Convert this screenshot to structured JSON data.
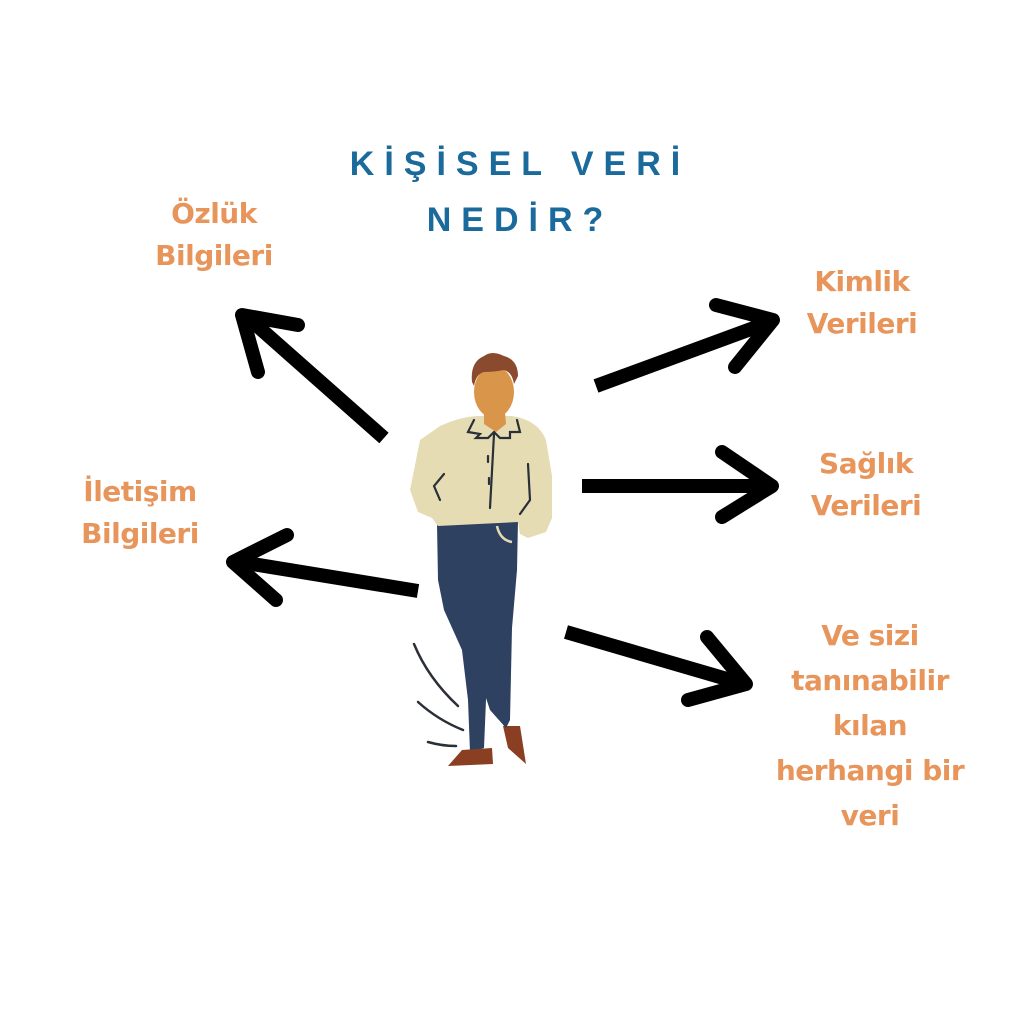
{
  "title": {
    "line1": "KİŞİSEL VERİ",
    "line2": "NEDİR?",
    "color": "#1a6a9c"
  },
  "labels": {
    "color": "#e8955c",
    "ozluk": {
      "lines": [
        "Özlük",
        "Bilgileri"
      ]
    },
    "kimlik": {
      "lines": [
        "Kimlik",
        "Verileri"
      ]
    },
    "saglik": {
      "lines": [
        "Sağlık",
        "Verileri"
      ]
    },
    "iletisim": {
      "lines": [
        "İletişim",
        "Bilgileri"
      ]
    },
    "any_data": {
      "lines": [
        "Ve sizi",
        "tanınabilir",
        "kılan",
        "herhangi bir",
        "veri"
      ]
    }
  },
  "arrows": [
    {
      "name": "arrow-to-ozluk",
      "direction": "up-left"
    },
    {
      "name": "arrow-to-kimlik",
      "direction": "up-right"
    },
    {
      "name": "arrow-to-saglik",
      "direction": "right"
    },
    {
      "name": "arrow-to-iletisim",
      "direction": "left"
    },
    {
      "name": "arrow-to-any-data",
      "direction": "down-right"
    }
  ],
  "figure": {
    "description": "standing man with hands in pockets",
    "colors": {
      "skin": "#d9954a",
      "hair": "#8a4a2e",
      "shirt": "#e6dcb4",
      "pants": "#2e4160",
      "shoes": "#8b3f22",
      "lines": "#2a2f38"
    }
  }
}
